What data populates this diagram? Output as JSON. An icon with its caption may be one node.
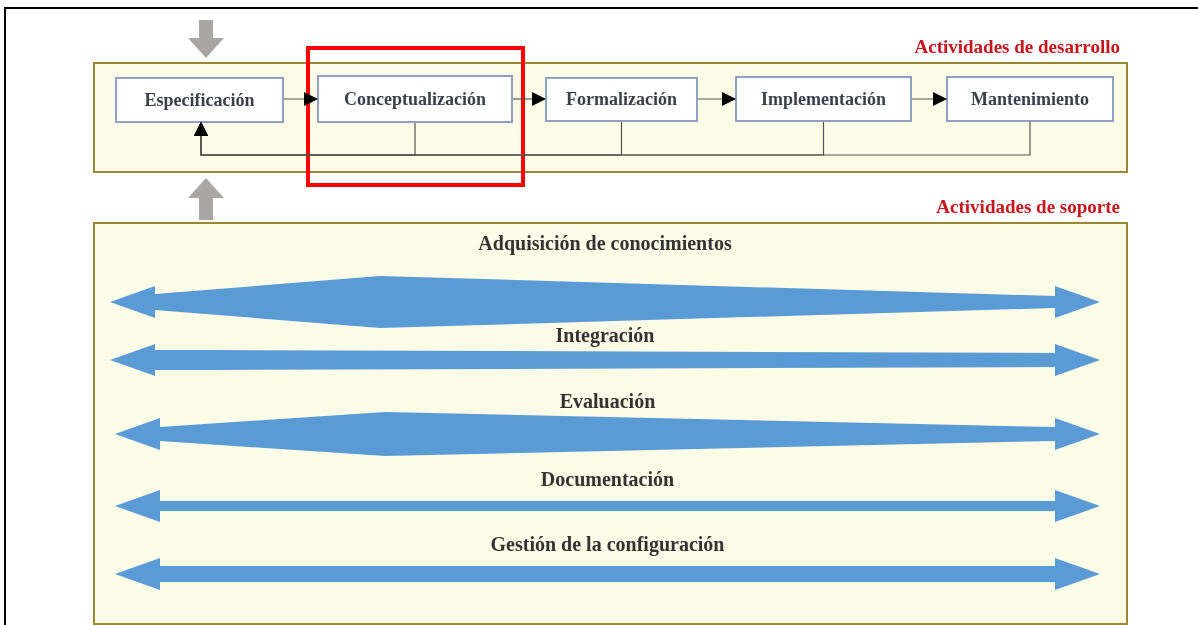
{
  "diagram": {
    "nodes": [
      {
        "text": [
          "Actividades de desarrollo"
        ]
      },
      {
        "text": [
          "Especificación"
        ],
        "in": 0
      },
      {
        "text": [
          "Conceptualización"
        ],
        "in": 0
      },
      {
        "text": [
          "Formalización"
        ],
        "in": 0
      },
      {
        "text": [
          "Implementación"
        ],
        "in": 0
      },
      {
        "text": [
          "Mantenimiento"
        ],
        "in": 0
      },
      {
        "text": [
          "Actividades de soporte"
        ]
      },
      {
        "text": [
          "Adquisición de conocimientos"
        ],
        "in": 6
      },
      {
        "text": [
          "Integración"
        ],
        "in": 6
      },
      {
        "text": [
          "Evaluación"
        ],
        "in": 6
      },
      {
        "text": [
          "Documentación"
        ],
        "in": 6
      },
      {
        "text": [
          "Gestión de la configuración"
        ],
        "in": 6
      }
    ],
    "edges": [
      {
        "from": 1,
        "to": 2,
        "arrow": "to"
      },
      {
        "from": 2,
        "to": 3,
        "arrow": "to"
      },
      {
        "from": 3,
        "to": 4,
        "arrow": "to"
      },
      {
        "from": 4,
        "to": 5,
        "arrow": "to"
      },
      {
        "from": 2,
        "to": 1,
        "arrow": "to"
      },
      {
        "from": 3,
        "to": 1,
        "arrow": "to"
      },
      {
        "from": 4,
        "to": 1,
        "arrow": "to"
      },
      {
        "from": 5,
        "to": 1,
        "arrow": "to"
      }
    ]
  }
}
